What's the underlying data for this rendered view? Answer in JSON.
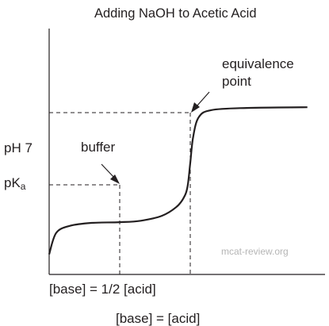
{
  "chart_data": {
    "type": "line",
    "title": "Adding NaOH to Acetic Acid",
    "xlabel": "",
    "ylabel": "",
    "x_ticks": [
      "[base] = 1/2 [acid]",
      "[base] = [acid]"
    ],
    "y_ticks": [
      "pH 7",
      "pK",
      "a"
    ],
    "annotations": [
      "buffer",
      "equivalence",
      "point"
    ],
    "watermark": "mcat-review.org",
    "grid": false,
    "series": [
      {
        "points": [
          [
            0,
            0.33
          ],
          [
            0.05,
            0.48
          ],
          [
            0.15,
            0.53
          ],
          [
            0.3,
            0.55
          ],
          [
            0.5,
            0.555
          ],
          [
            0.65,
            0.565
          ],
          [
            0.8,
            0.6
          ],
          [
            0.9,
            0.66
          ],
          [
            0.95,
            0.72
          ],
          [
            0.98,
            0.8
          ],
          [
            1.0,
            0.97
          ],
          [
            1.02,
            1.15
          ],
          [
            1.06,
            1.29
          ],
          [
            1.15,
            1.34
          ],
          [
            1.4,
            1.355
          ],
          [
            1.83,
            1.36
          ]
        ]
      }
    ],
    "colors": {
      "curve": "#231f20",
      "axes": "#231f20",
      "watermark": "#b5b5b5"
    }
  }
}
